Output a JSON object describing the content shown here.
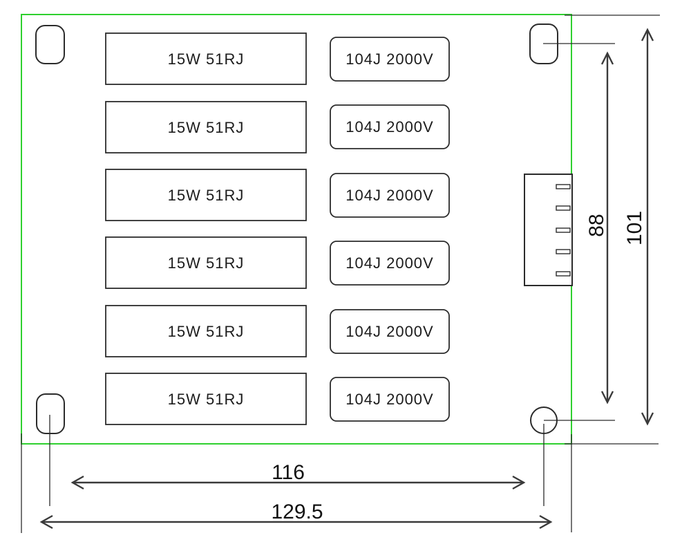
{
  "colors": {
    "board_outline": "#2ed02e",
    "drawing_lines": "#2b2b2b",
    "dimension_lines": "#3a3a3a"
  },
  "board": {
    "resistors": [
      {
        "label": "15W 51RJ"
      },
      {
        "label": "15W 51RJ"
      },
      {
        "label": "15W 51RJ"
      },
      {
        "label": "15W 51RJ"
      },
      {
        "label": "15W 51RJ"
      },
      {
        "label": "15W 51RJ"
      }
    ],
    "capacitors": [
      {
        "label": "104J 2000V"
      },
      {
        "label": "104J 2000V"
      },
      {
        "label": "104J 2000V"
      },
      {
        "label": "104J 2000V"
      },
      {
        "label": "104J 2000V"
      },
      {
        "label": "104J 2000V"
      }
    ]
  },
  "dimensions": {
    "vertical_hole_span": "88",
    "vertical_board_height": "101",
    "horizontal_hole_span": "116",
    "horizontal_board_width": "129.5"
  }
}
